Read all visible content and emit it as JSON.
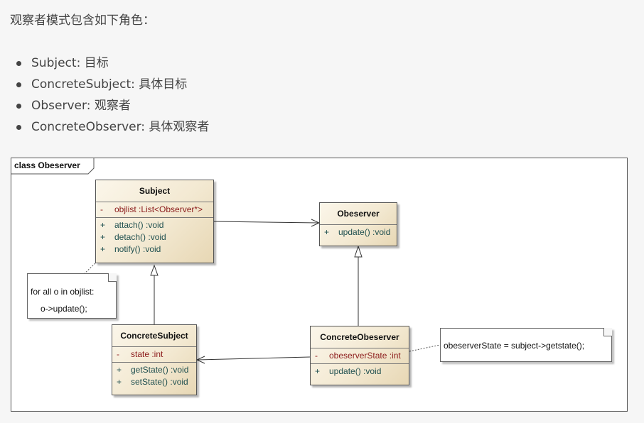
{
  "intro": "观察者模式包含如下角色：",
  "roles": [
    {
      "name": "Subject",
      "desc": ": 目标"
    },
    {
      "name": "ConcreteSubject",
      "desc": ": 具体目标"
    },
    {
      "name": "Observer",
      "desc": ": 观察者"
    },
    {
      "name": "ConcreteObserver",
      "desc": ": 具体观察者"
    }
  ],
  "diagram": {
    "frame_label": "class Obeserver",
    "subject": {
      "name": "Subject",
      "attributes": [
        {
          "vis": "-",
          "text": "objlist  :List<Observer*>"
        }
      ],
      "operations": [
        {
          "vis": "+",
          "text": "attach()  :void"
        },
        {
          "vis": "+",
          "text": "detach()  :void"
        },
        {
          "vis": "+",
          "text": "notify()  :void"
        }
      ]
    },
    "observer": {
      "name": "Obeserver",
      "operations": [
        {
          "vis": "+",
          "text": "update()  :void"
        }
      ]
    },
    "concrete_subject": {
      "name": "ConcreteSubject",
      "attributes": [
        {
          "vis": "-",
          "text": "state  :int"
        }
      ],
      "operations": [
        {
          "vis": "+",
          "text": "getState()  :void"
        },
        {
          "vis": "+",
          "text": "setState()  :void"
        }
      ]
    },
    "concrete_observer": {
      "name": "ConcreteObeserver",
      "attributes": [
        {
          "vis": "-",
          "text": "obeserverState  :int"
        }
      ],
      "operations": [
        {
          "vis": "+",
          "text": "update()  :void"
        }
      ]
    },
    "note_notify": {
      "line1": "for all o in objlist:",
      "line2": "o->update();"
    },
    "note_state": {
      "text": "obeserverState = subject->getstate();"
    }
  },
  "colors": {
    "attribute": "#8b1a1a",
    "operation": "#1f4f4f",
    "class_fill": "#f3e9d2"
  }
}
